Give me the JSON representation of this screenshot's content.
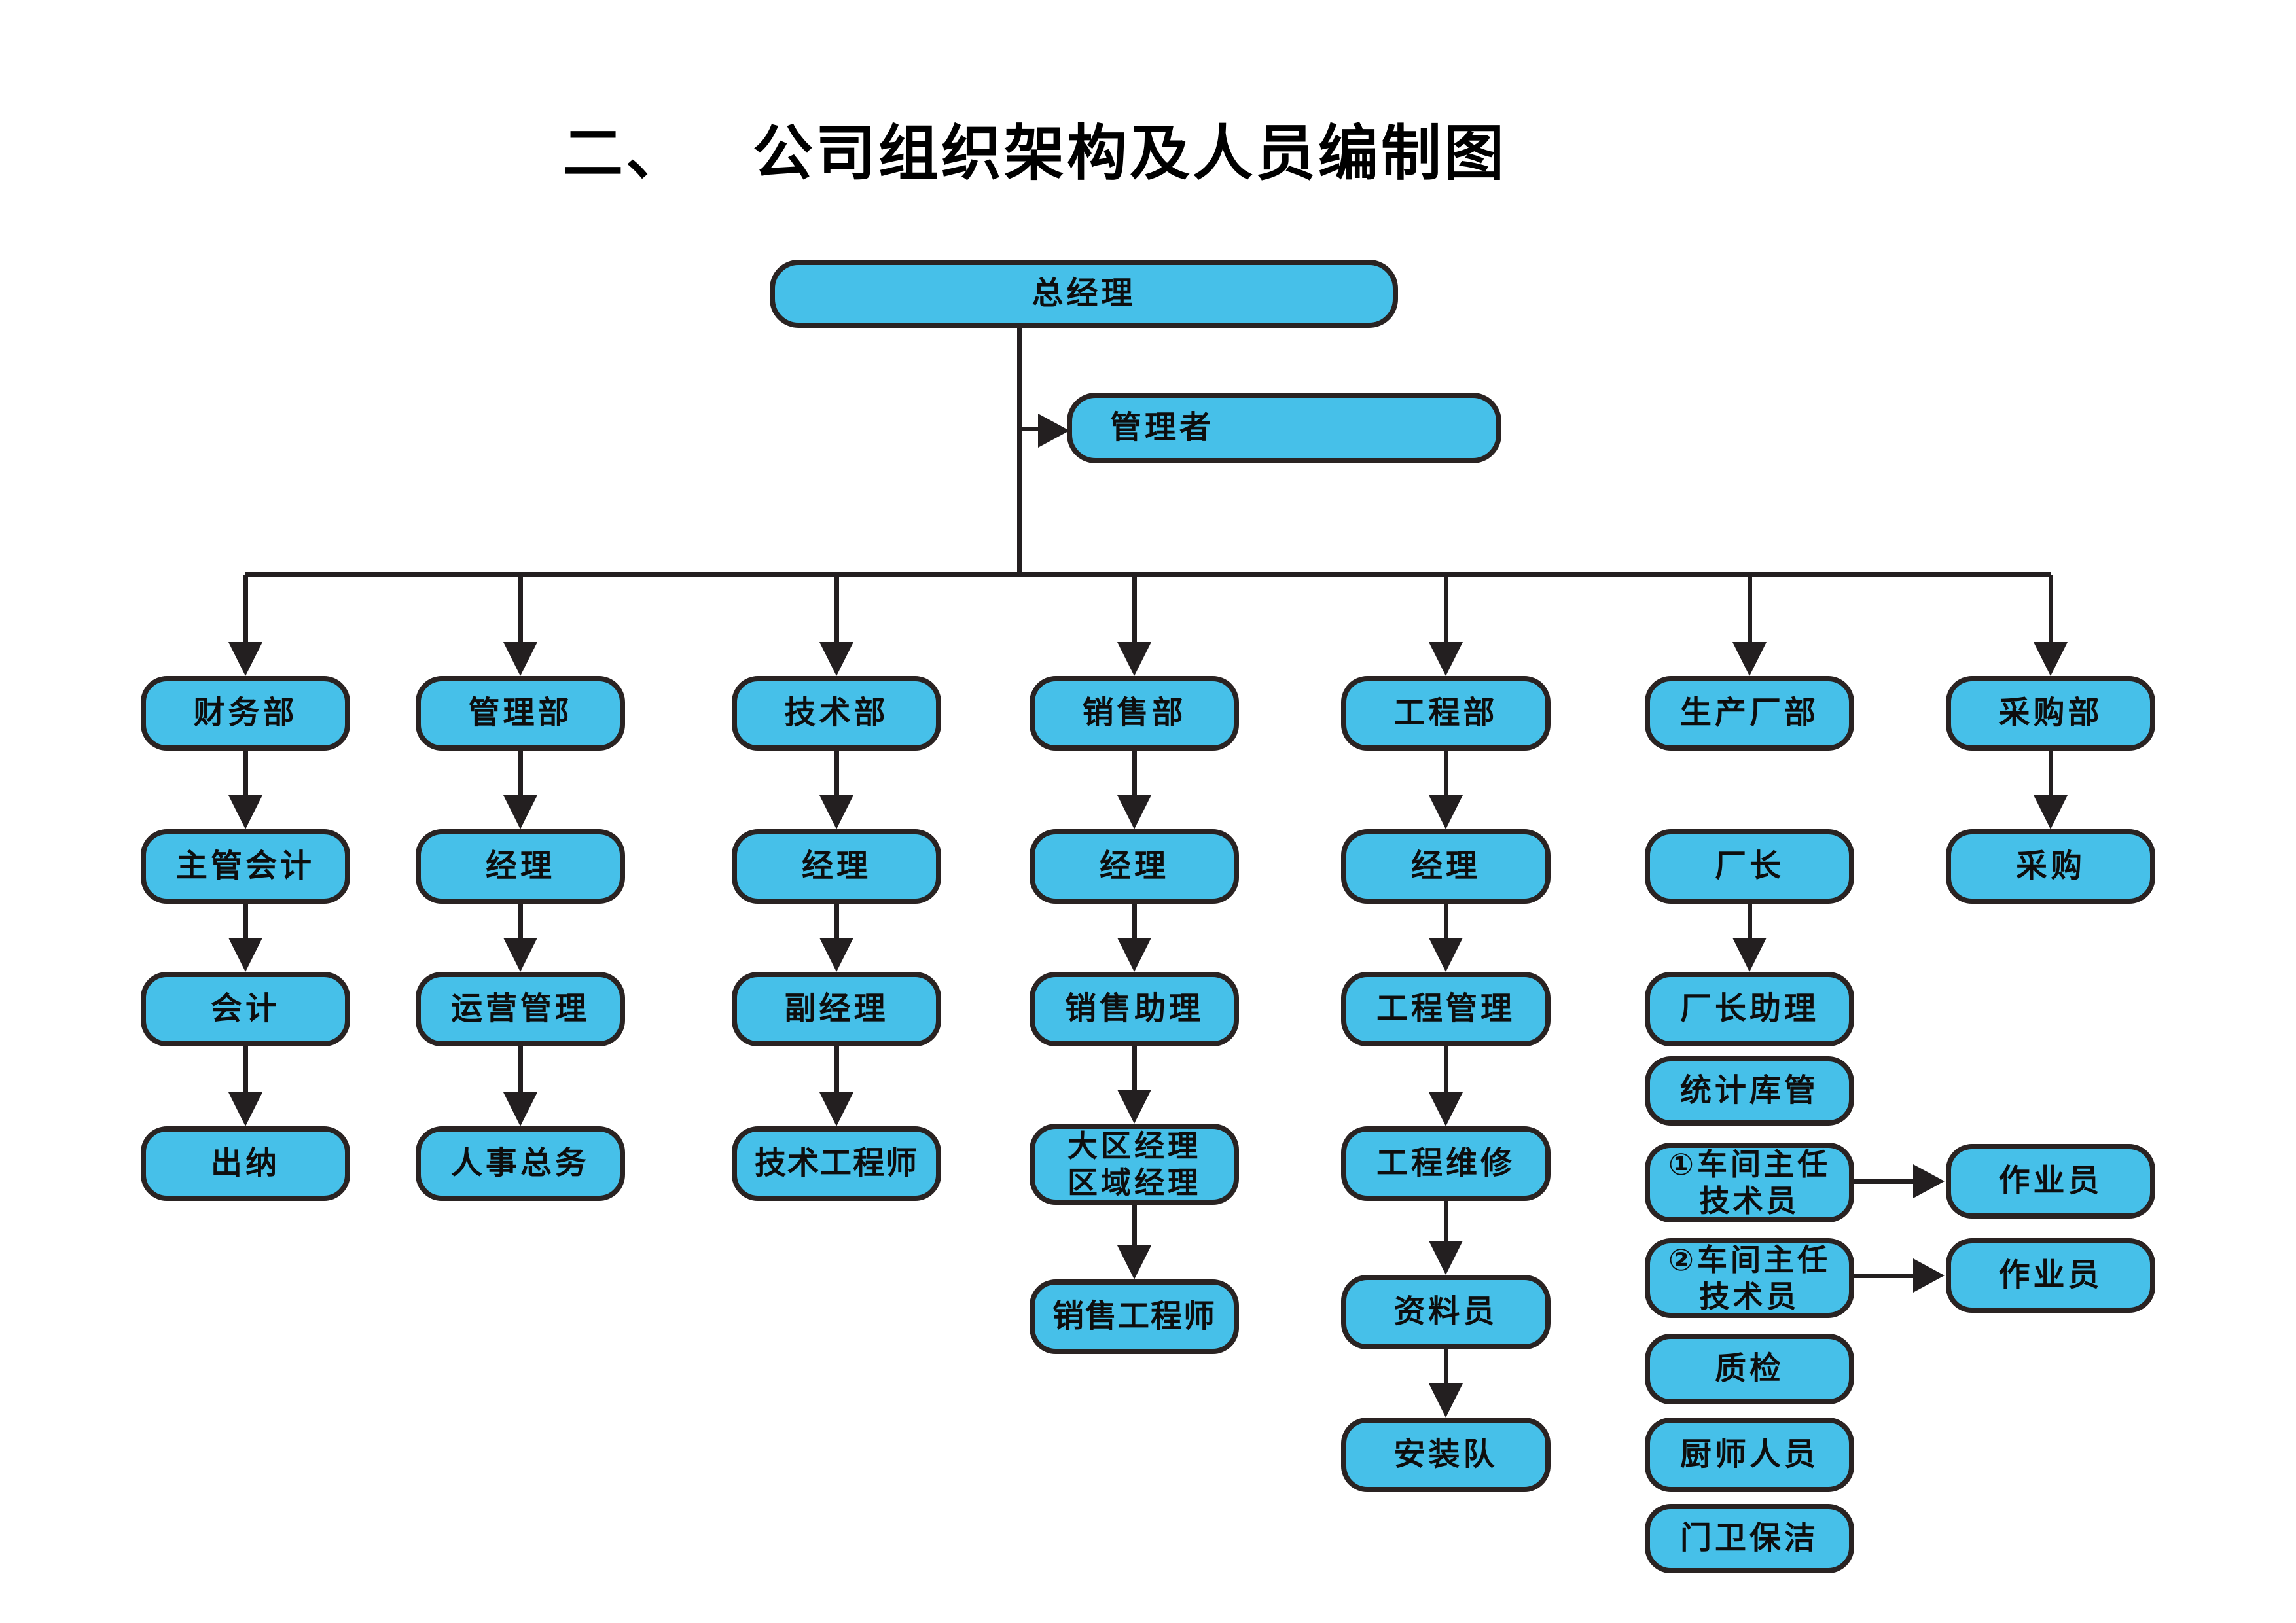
{
  "title": {
    "prefix": "二、",
    "text": "公司组织架构及人员编制图"
  },
  "colors": {
    "node_fill": "#46C0E9",
    "node_border": "#2A2322",
    "line": "#231F20",
    "background": "#FFFFFF"
  },
  "nodes": {
    "general_manager": {
      "label": "总经理"
    },
    "manager": {
      "label": "管理者"
    },
    "finance_dept": {
      "label": "财务部"
    },
    "chief_accountant": {
      "label": "主管会计"
    },
    "accountant": {
      "label": "会计"
    },
    "cashier": {
      "label": "出纳"
    },
    "admin_dept": {
      "label": "管理部"
    },
    "admin_manager": {
      "label": "经理"
    },
    "operations_mgmt": {
      "label": "运营管理"
    },
    "hr_general_affairs": {
      "label": "人事总务"
    },
    "tech_dept": {
      "label": "技术部"
    },
    "tech_manager": {
      "label": "经理"
    },
    "deputy_manager": {
      "label": "副经理"
    },
    "tech_engineer": {
      "label": "技术工程师"
    },
    "sales_dept": {
      "label": "销售部"
    },
    "sales_manager": {
      "label": "经理"
    },
    "sales_assistant": {
      "label": "销售助理"
    },
    "regional_manager": {
      "label": "大区经理",
      "label2": "区域经理"
    },
    "sales_engineer": {
      "label": "销售工程师"
    },
    "engineering_dept": {
      "label": "工程部"
    },
    "engineering_manager": {
      "label": "经理"
    },
    "engineering_mgmt": {
      "label": "工程管理"
    },
    "engineering_maint": {
      "label": "工程维修"
    },
    "document_clerk": {
      "label": "资料员"
    },
    "installation_team": {
      "label": "安装队"
    },
    "production_dept": {
      "label": "生产厂部"
    },
    "factory_director": {
      "label": "厂长"
    },
    "director_assistant": {
      "label": "厂长助理"
    },
    "stats_warehouse": {
      "label": "统计库管"
    },
    "workshop1": {
      "label": "①车间主任",
      "label2": "技术员"
    },
    "workshop2": {
      "label": "②车间主任",
      "label2": "技术员"
    },
    "operator1": {
      "label": "作业员"
    },
    "operator2": {
      "label": "作业员"
    },
    "quality_inspection": {
      "label": "质检"
    },
    "kitchen_staff": {
      "label": "厨师人员"
    },
    "security_cleaning": {
      "label": "门卫保洁"
    },
    "purchasing_dept": {
      "label": "采购部"
    },
    "purchasing": {
      "label": "采购"
    }
  }
}
